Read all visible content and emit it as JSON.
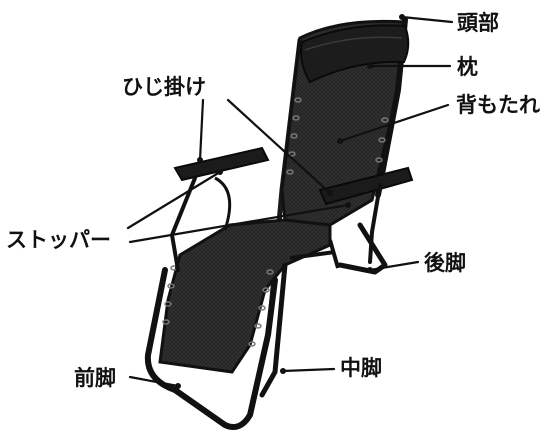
{
  "labels": {
    "head": "頭部",
    "pillow": "枕",
    "armrest": "ひじ掛け",
    "backrest": "背もたれ",
    "stopper": "ストッパー",
    "rear_leg": "後脚",
    "front_leg": "前脚",
    "middle_leg": "中脚"
  },
  "colors": {
    "fabric": "#232323",
    "frame": "#111111",
    "leader_line": "#111111",
    "text": "#111111"
  }
}
